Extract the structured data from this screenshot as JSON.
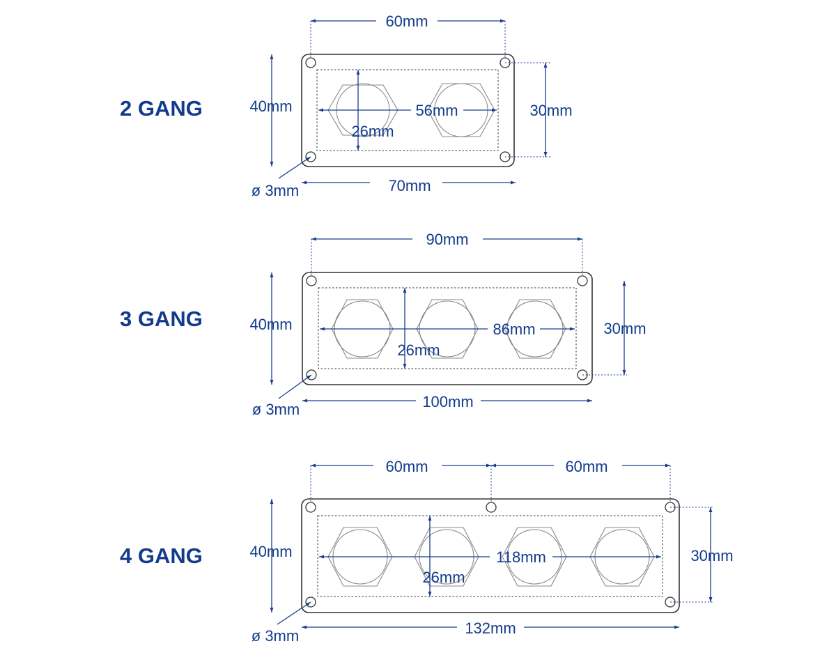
{
  "colors": {
    "accent": "#123b8c",
    "line": "#1a3d8f",
    "outline": "#333333",
    "nut": "#888888"
  },
  "panels": [
    {
      "title": "2 GANG",
      "total_width": "70mm",
      "height": "40mm",
      "hole_spacing": "60mm",
      "hole_vertical": "30mm",
      "span": "56mm",
      "nut": "26mm",
      "hole_dia": "ø 3mm"
    },
    {
      "title": "3 GANG",
      "total_width": "100mm",
      "height": "40mm",
      "hole_spacing": "90mm",
      "hole_vertical": "30mm",
      "span": "86mm",
      "nut": "26mm",
      "hole_dia": "ø 3mm"
    },
    {
      "title": "4 GANG",
      "total_width": "132mm",
      "height": "40mm",
      "hole_spacing_left": "60mm",
      "hole_spacing_right": "60mm",
      "hole_vertical": "30mm",
      "span": "118mm",
      "nut": "26mm",
      "hole_dia": "ø 3mm"
    }
  ]
}
